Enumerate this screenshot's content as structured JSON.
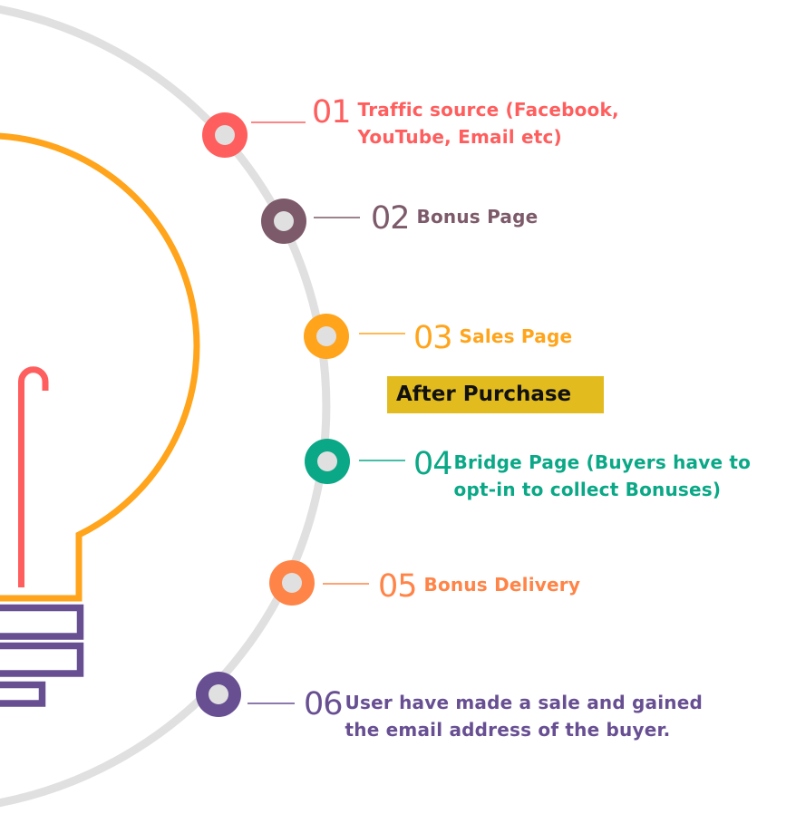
{
  "diagram": {
    "type": "funnel-timeline",
    "illustration": "light-bulb",
    "track_color": "#e0e0e0",
    "dot_inner_color": "#e0e0e0",
    "bulb_colors": {
      "glass": "#ffa41b",
      "filament": "#ff5e5e",
      "base": "#674f92"
    },
    "steps": [
      {
        "number": "01",
        "label": "Traffic source (Facebook,\nYouTube, Email etc)",
        "color": "#ff5e5e"
      },
      {
        "number": "02",
        "label": "Bonus Page",
        "color": "#7d5a6a"
      },
      {
        "number": "03",
        "label": "Sales Page",
        "color": "#ffa41b"
      },
      {
        "number": "04",
        "label": "Bridge Page (Buyers have to\nopt-in to collect Bonuses)",
        "color": "#0aa886"
      },
      {
        "number": "05",
        "label": "Bonus Delivery",
        "color": "#ff8447"
      },
      {
        "number": "06",
        "label": "User have made a sale and gained\nthe email address of the buyer.",
        "color": "#674f92"
      }
    ],
    "divider": {
      "label": "After Purchase",
      "background": "#e2bb1f"
    }
  }
}
